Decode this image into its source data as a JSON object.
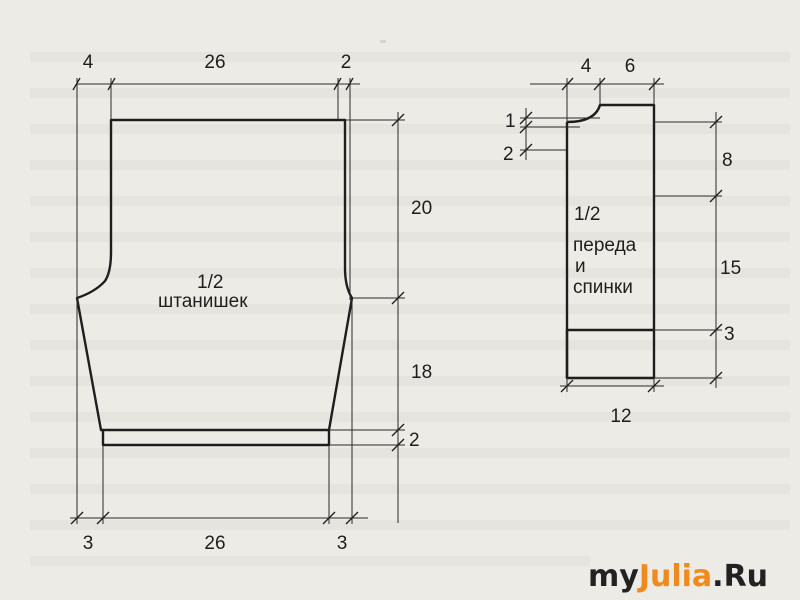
{
  "pants": {
    "title_line1": "1/2",
    "title_line2": "штанишек",
    "dim_top_left": "4",
    "dim_top_mid": "26",
    "dim_top_right": "2",
    "dim_side_upper": "20",
    "dim_side_lower": "18",
    "dim_side_band": "2",
    "dim_bottom_left": "3",
    "dim_bottom_mid": "26",
    "dim_bottom_right": "3"
  },
  "body": {
    "title_line1": "1/2",
    "title_line2": "переда",
    "title_line3": "и",
    "title_line4": "спинки",
    "dim_top_left": "4",
    "dim_top_right": "6",
    "dim_neck_1": "1",
    "dim_neck_2": "2",
    "dim_side_1": "8",
    "dim_side_2": "15",
    "dim_side_3": "3",
    "dim_bottom": "12"
  },
  "logo": {
    "part1": "my",
    "part2": "Julia",
    "part3": ".Ru"
  },
  "colors": {
    "background": "#ecebe6",
    "lines": "#1e1e1e",
    "logo_dark": "#222222",
    "logo_accent": "#f08a1c"
  }
}
